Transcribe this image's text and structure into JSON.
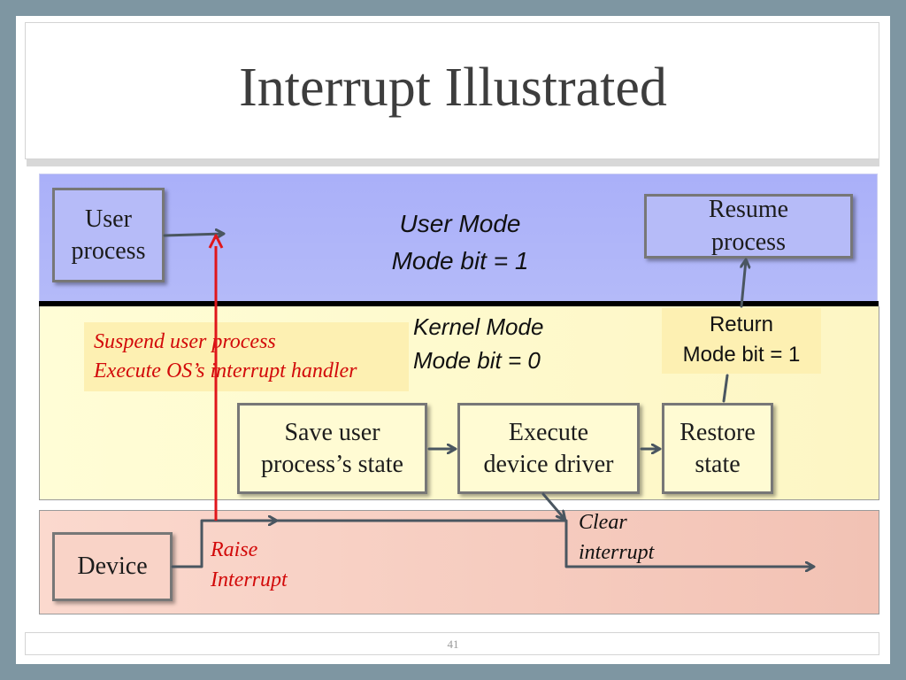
{
  "title": "Interrupt Illustrated",
  "page_number": "41",
  "user_mode": {
    "label": "User Mode\nMode bit = 1",
    "user_process": "User\nprocess",
    "resume_process": "Resume\nprocess"
  },
  "kernel_mode": {
    "label": "Kernel Mode\nMode bit = 0",
    "suspend_note": "Suspend user process\nExecute OS’s interrupt handler",
    "return_note": "Return\nMode bit = 1",
    "save_state": "Save user\nprocess’s state",
    "execute_driver": "Execute\ndevice driver",
    "restore_state": "Restore\nstate"
  },
  "device_zone": {
    "device": "Device",
    "raise_interrupt": "Raise\nInterrupt",
    "clear_interrupt": "Clear\ninterrupt"
  },
  "colors": {
    "interrupt_line": "#e0161b",
    "flow_arrow": "#4a5660",
    "user_mode_bg": "#aab0f9",
    "kernel_mode_bg": "#fffdd6",
    "device_bg": "#f7cfc3"
  }
}
